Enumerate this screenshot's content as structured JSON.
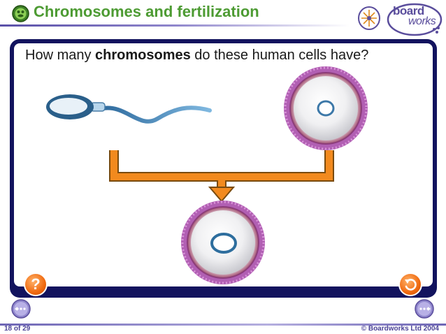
{
  "header": {
    "title": "Chromosomes and fertilization",
    "icon": "microscope-icon"
  },
  "logo": {
    "line1": "board",
    "line2": "works"
  },
  "question": {
    "prefix": "How many ",
    "bold": "chromosomes",
    "suffix": " do these human cells have?"
  },
  "controls": {
    "help_label": "?"
  },
  "footer": {
    "page": "18 of 29",
    "copyright": "© Boardworks Ltd 2004"
  },
  "colors": {
    "accent_orange": "#f28a1e",
    "panel_navy": "#12135e",
    "title_green": "#4d9b33",
    "membrane_purple": "#b15fb3"
  }
}
